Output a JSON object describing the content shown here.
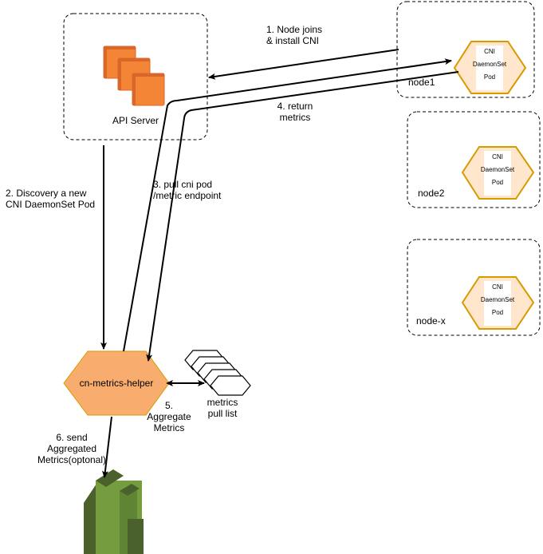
{
  "api_server": {
    "label": "API Server"
  },
  "nodes": [
    {
      "name": "node1",
      "pod": {
        "line1": "CNI",
        "line2": "DaemonSet",
        "line3": "Pod"
      }
    },
    {
      "name": "node2",
      "pod": {
        "line1": "CNI",
        "line2": "DaemonSet",
        "line3": "Pod"
      }
    },
    {
      "name": "node-x",
      "pod": {
        "line1": "CNI",
        "line2": "DaemonSet",
        "line3": "Pod"
      }
    }
  ],
  "helper": {
    "label": "cn-metrics-helper"
  },
  "metrics_list": {
    "line1": "metrics",
    "line2": "pull  list"
  },
  "steps": {
    "s1": {
      "line1": "1. Node joins",
      "line2": "& install CNI"
    },
    "s2": {
      "line1": "2. Discovery a new",
      "line2": "CNI DaemonSet Pod"
    },
    "s3": {
      "line1": "3. pull cni pod",
      "line2": "/metric endpoint"
    },
    "s4": {
      "line1": "4. return",
      "line2": "metrics"
    },
    "s5": {
      "line1": "5.",
      "line2": "Aggregate",
      "line3": "Metrics"
    },
    "s6": {
      "line1": "6. send",
      "line2": "Aggregated",
      "line3": "Metrics(optonal)"
    }
  },
  "colors": {
    "aws_orange": "#f58536",
    "aws_orange_dark": "#d9672a",
    "pod_fill": "#ffe6cc",
    "pod_stroke": "#d79b00",
    "helper_fill": "#f8ad6e",
    "cloudwatch_green": "#759c3e",
    "cloudwatch_dark": "#4b612c"
  }
}
